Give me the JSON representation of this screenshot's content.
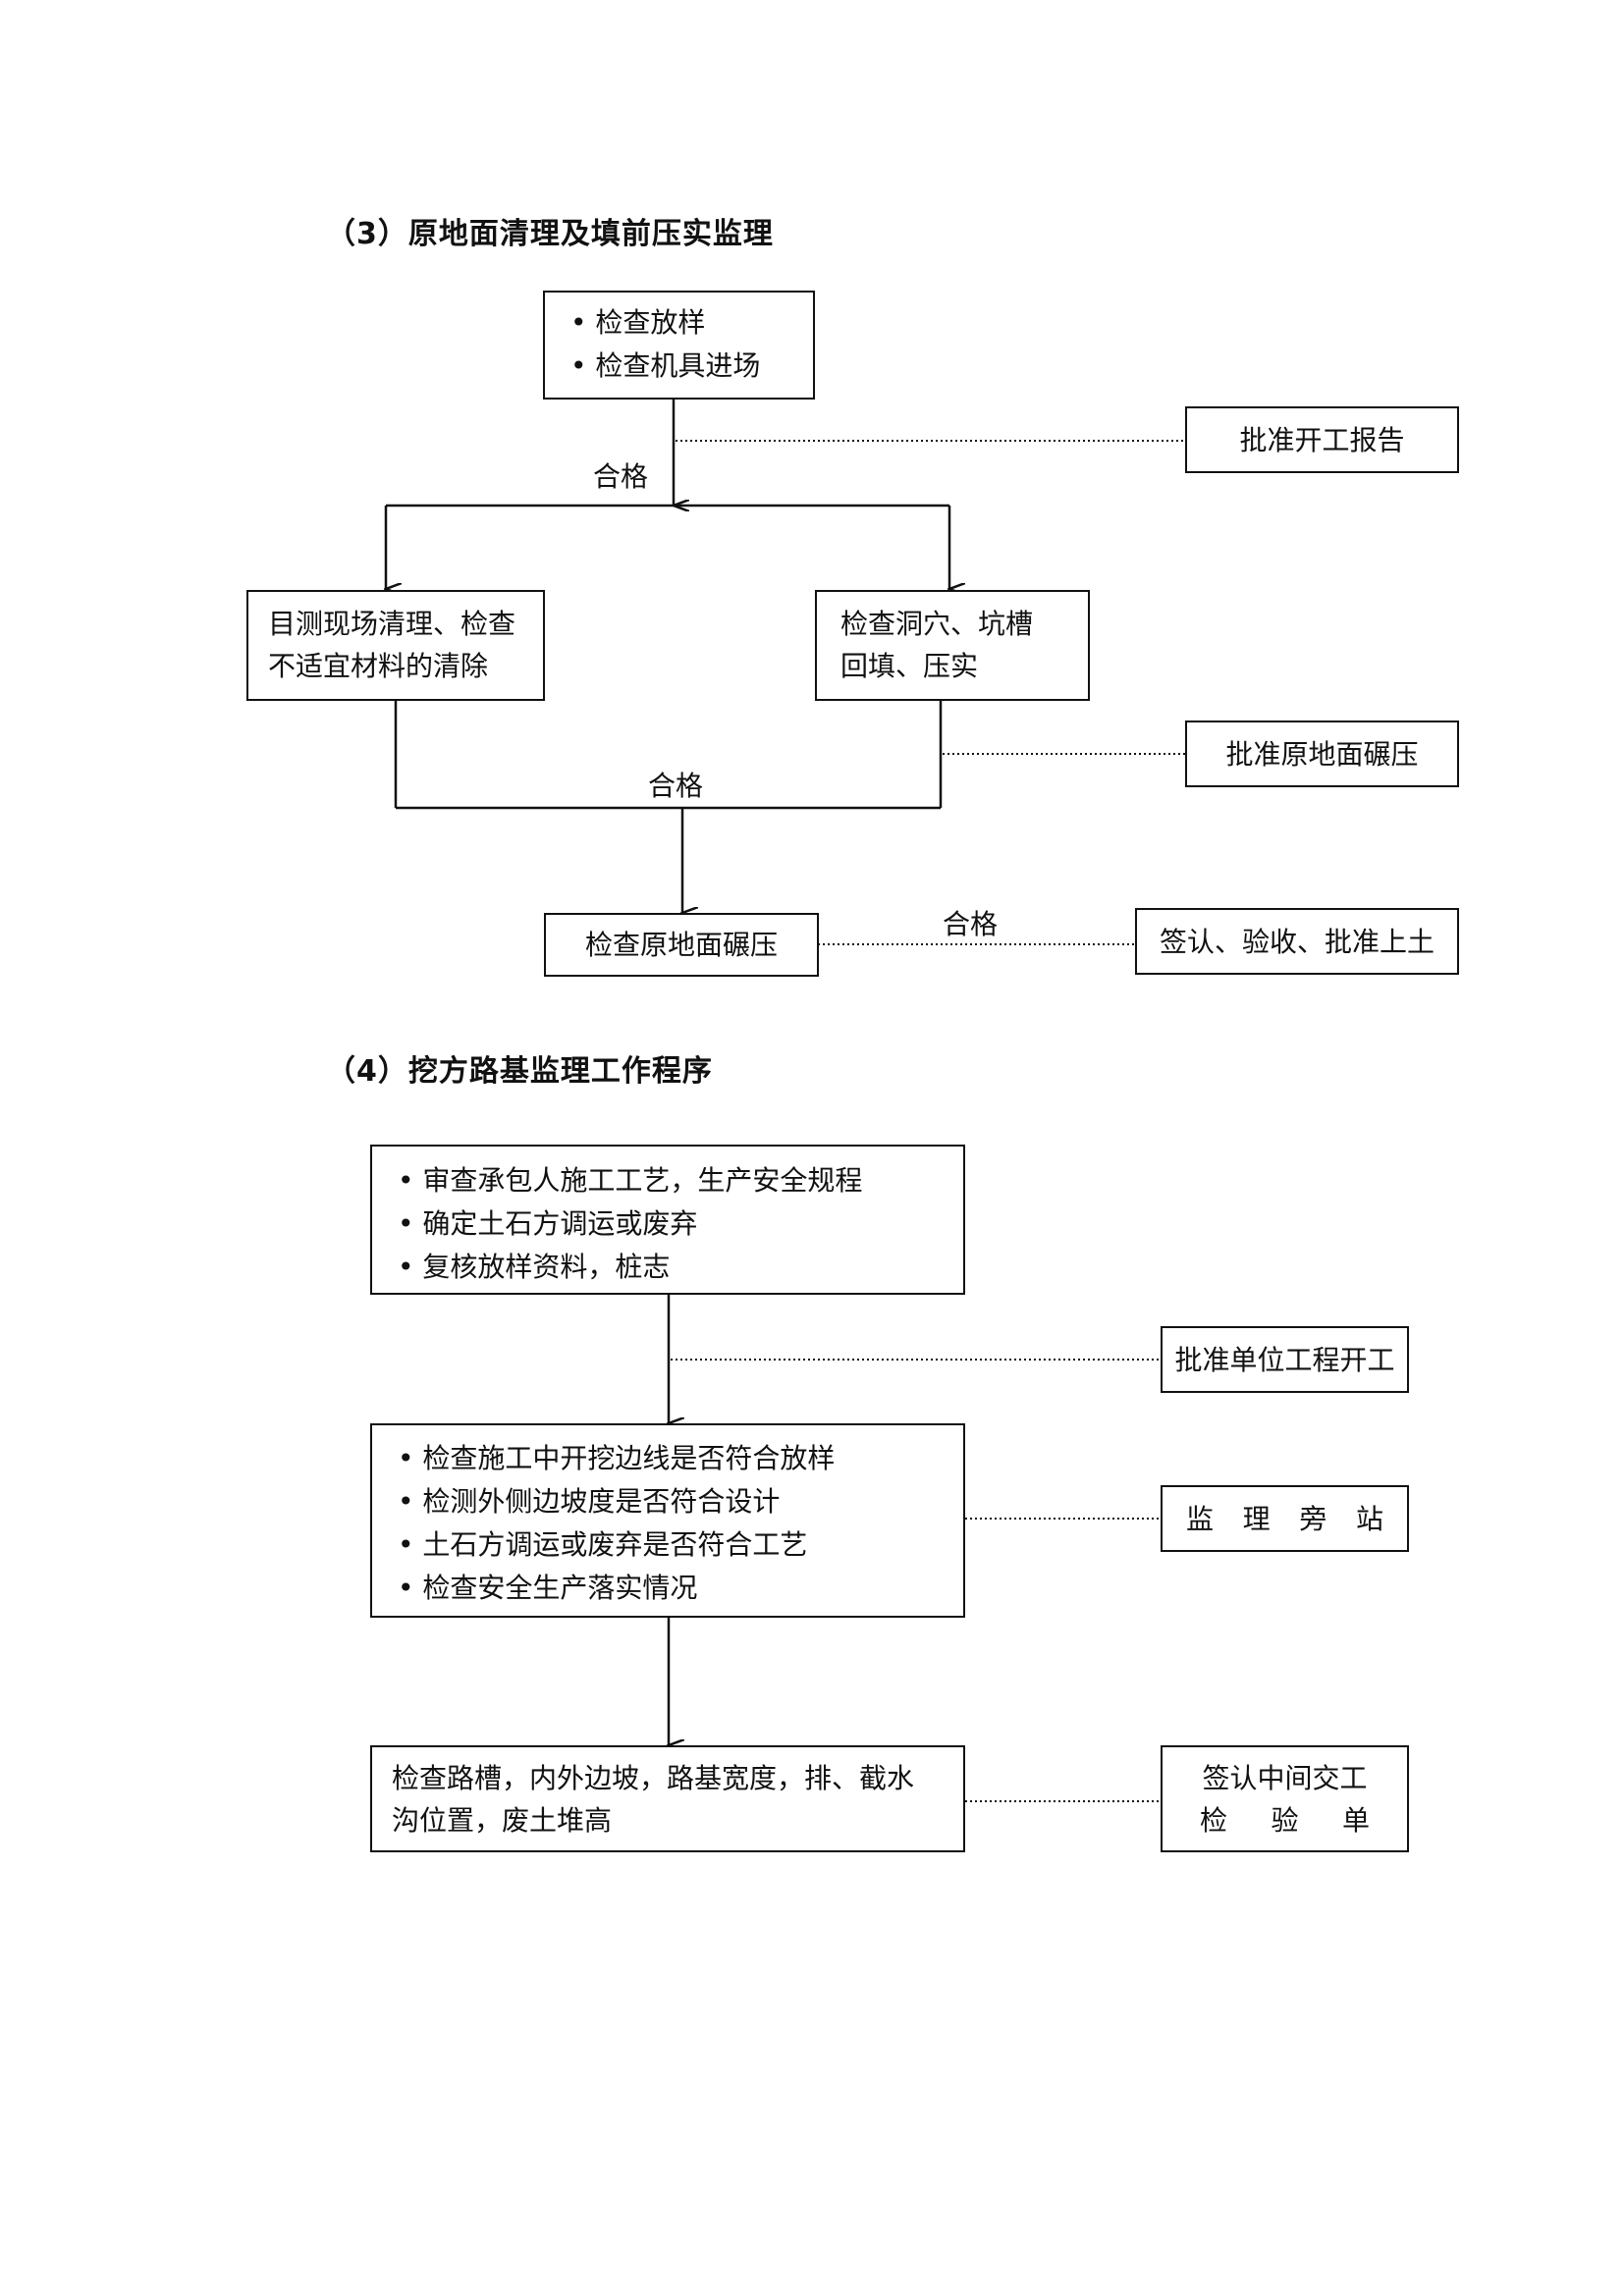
{
  "section3": {
    "title": "（3）原地面清理及填前压实监理",
    "check_box": {
      "lines": [
        "• 检查放样",
        "• 检查机具进场"
      ]
    },
    "approve_start": "批准开工报告",
    "pass_label_1": "合格",
    "left_box": {
      "lines": [
        "目测现场清理、检查",
        "不适宜材料的清除"
      ]
    },
    "right_box": {
      "lines": [
        "检查洞穴、坑槽",
        "回填、压实"
      ]
    },
    "approve_ground": "批准原地面碾压",
    "pass_label_2": "合格",
    "inspect_box": "检查原地面碾压",
    "pass_label_3": "合格",
    "sign_box": "签认、验收、批准上土"
  },
  "section4": {
    "title": "（4）挖方路基监理工作程序",
    "review_box": {
      "lines": [
        "• 审查承包人施工工艺，生产安全规程",
        "• 确定土石方调运或废弃",
        "• 复核放样资料，桩志"
      ]
    },
    "approve_unit": "批准单位工程开工",
    "construction_box": {
      "lines": [
        "• 检查施工中开挖边线是否符合放样",
        "• 检测外侧边坡度是否符合设计",
        "• 土石方调运或废弃是否符合工艺",
        "• 检查安全生产落实情况"
      ]
    },
    "supervision_box": {
      "chars": [
        "监",
        "理",
        "旁",
        "站"
      ]
    },
    "final_check_box": {
      "lines": [
        "检查路槽，内外边坡，路基宽度，排、截水",
        "沟位置，废土堆高"
      ]
    },
    "sign_box": {
      "line1": "签认中间交工",
      "line2_chars": [
        "检",
        "验",
        "单"
      ]
    }
  }
}
